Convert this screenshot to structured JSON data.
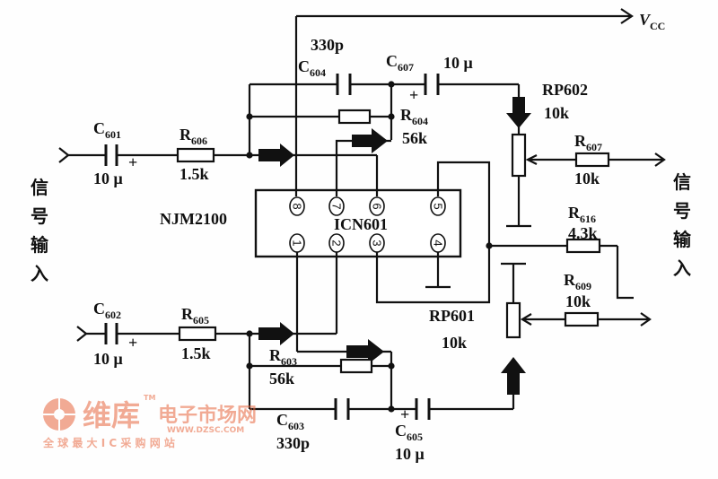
{
  "supply": {
    "label": "V",
    "sub": "CC"
  },
  "ic": {
    "part": "NJM2100",
    "ref": "ICN601",
    "pins": [
      "8",
      "7",
      "6",
      "5",
      "1",
      "2",
      "3",
      "4"
    ]
  },
  "left_input_label": "信号输入",
  "right_output_label": "信号输入",
  "components": {
    "c601": {
      "ref": "C",
      "sub": "601",
      "value": "10 μ"
    },
    "r606": {
      "ref": "R",
      "sub": "606",
      "value": "1.5k"
    },
    "c604": {
      "ref": "C",
      "sub": "604",
      "value": "330p"
    },
    "c607": {
      "ref": "C",
      "sub": "607",
      "value": "10 μ"
    },
    "r604": {
      "ref": "R",
      "sub": "604",
      "value": "56k"
    },
    "rp602": {
      "ref": "RP602",
      "value": "10k"
    },
    "r607": {
      "ref": "R",
      "sub": "607",
      "value": "10k"
    },
    "r616": {
      "ref": "R",
      "sub": "616",
      "value": "4.3k"
    },
    "r609": {
      "ref": "R",
      "sub": "609",
      "value": "10k"
    },
    "rp601": {
      "ref": "RP601",
      "value": "10k"
    },
    "c602": {
      "ref": "C",
      "sub": "602",
      "value": "10 μ"
    },
    "r605": {
      "ref": "R",
      "sub": "605",
      "value": "1.5k"
    },
    "r603": {
      "ref": "R",
      "sub": "603",
      "value": "56k"
    },
    "c603": {
      "ref": "C",
      "sub": "603",
      "value": "330p"
    },
    "c605": {
      "ref": "C",
      "sub": "605",
      "value": "10 μ"
    }
  },
  "polarity": "+",
  "watermark": {
    "brand": "维库",
    "tm": "TM",
    "suffix": "电子市场网",
    "url": "WWW.DZSC.COM",
    "slogan": "全 球 最 大 I C 采 购 网 站",
    "color": "#e8673f"
  }
}
